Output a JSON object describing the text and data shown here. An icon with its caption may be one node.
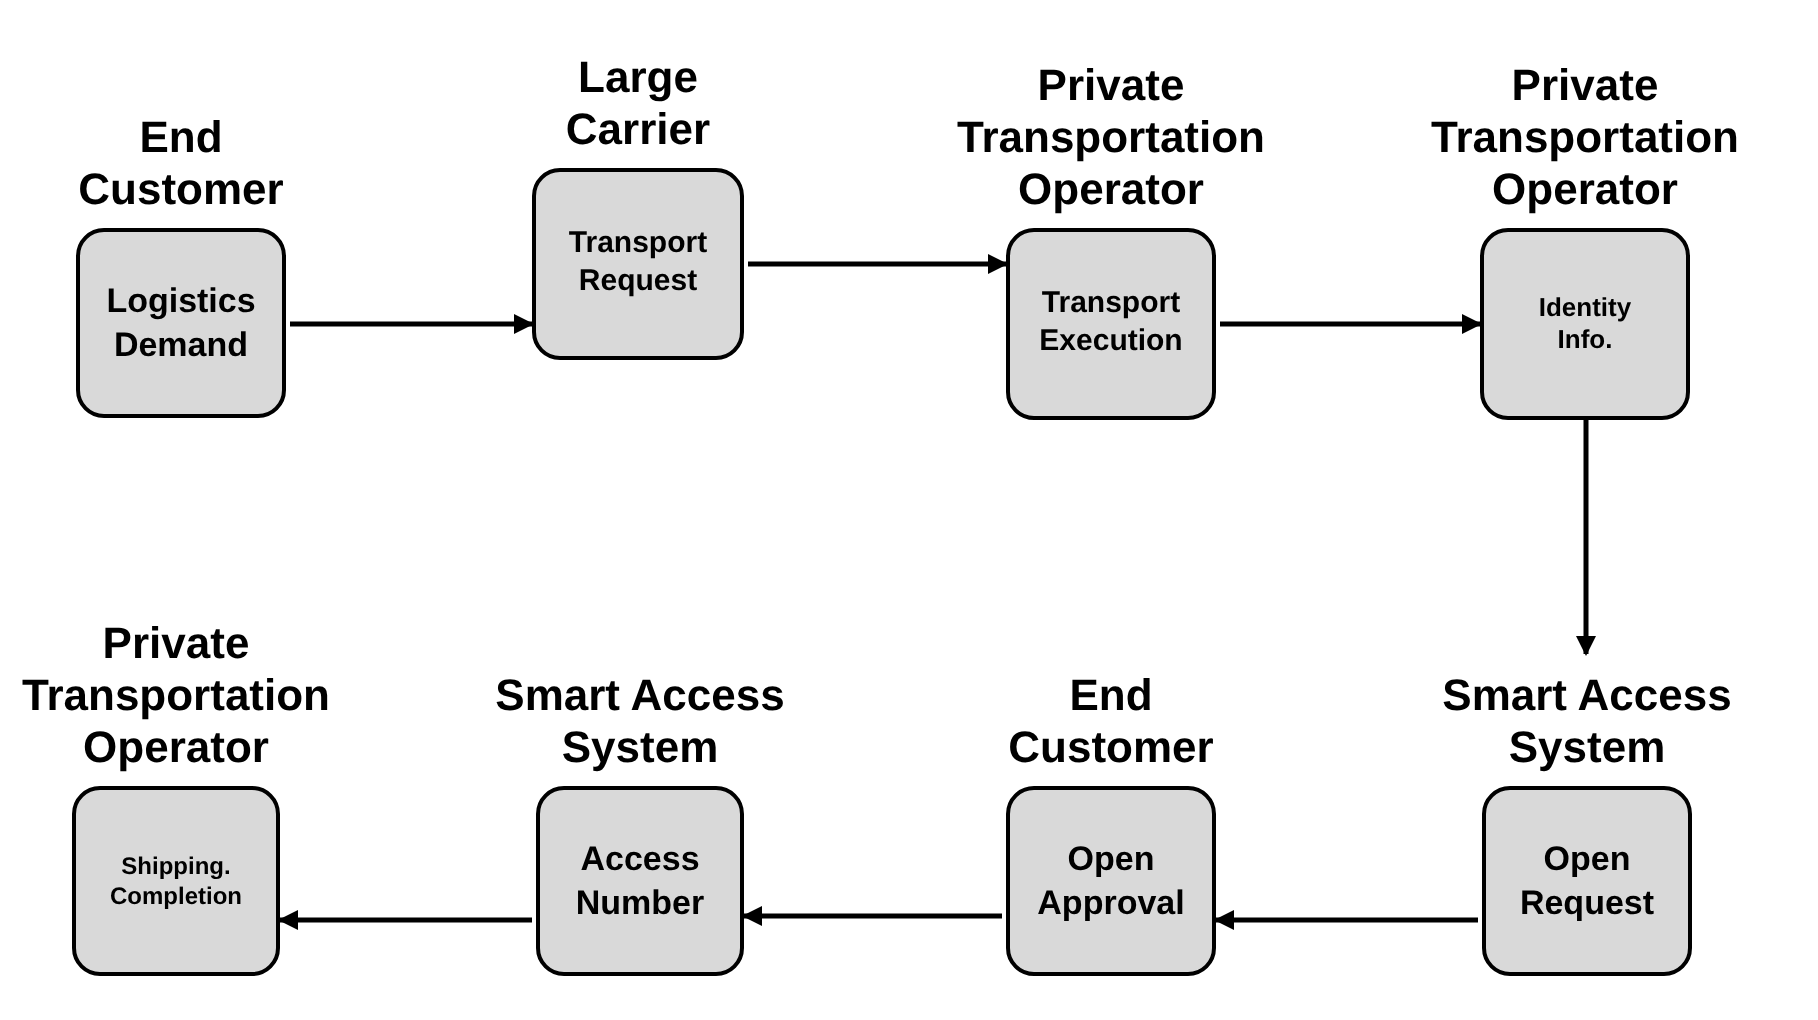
{
  "diagram": {
    "nodes": [
      {
        "text": [
          "End Customer",
          "Logistics Demand"
        ]
      },
      {
        "text": [
          "Large Carrier",
          "Transport Request"
        ]
      },
      {
        "text": [
          "Private Transportation Operator",
          "Transport Execution"
        ]
      },
      {
        "text": [
          "Private Transportation Operator",
          "Identity Info."
        ]
      },
      {
        "text": [
          "Smart Access System",
          "Open Request"
        ]
      },
      {
        "text": [
          "End Customer",
          "Open Approval"
        ]
      },
      {
        "text": [
          "Smart Access System",
          "Access Number"
        ]
      },
      {
        "text": [
          "Private Transportation Operator",
          "Shipping. Completion"
        ]
      }
    ],
    "edges": [
      {
        "from": 0,
        "to": 1,
        "arrow": "to"
      },
      {
        "from": 1,
        "to": 2,
        "arrow": "to"
      },
      {
        "from": 2,
        "to": 3,
        "arrow": "to"
      },
      {
        "from": 3,
        "to": 4,
        "arrow": "to"
      },
      {
        "from": 4,
        "to": 5,
        "arrow": "to"
      },
      {
        "from": 5,
        "to": 6,
        "arrow": "to"
      },
      {
        "from": 6,
        "to": 7,
        "arrow": "to"
      }
    ]
  }
}
